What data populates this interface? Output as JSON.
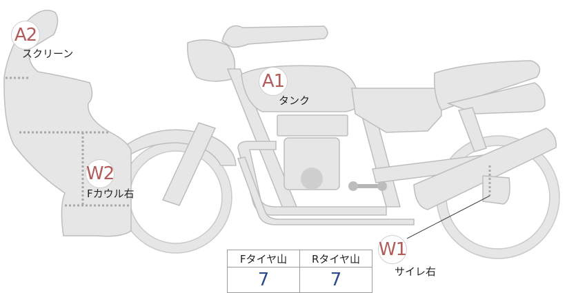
{
  "colors": {
    "part_fill": "#e6e6e6",
    "part_stroke": "#bdbdbd",
    "marker_text": "#b25b5b",
    "value_text": "#2d4a8a"
  },
  "markers": {
    "screen": {
      "code": "A2",
      "name": "スクリーン"
    },
    "tank": {
      "code": "A1",
      "name": "タンク"
    },
    "fcowl": {
      "code": "W2",
      "name": "Fカウル右"
    },
    "silencer": {
      "code": "W1",
      "name": "サイレ右"
    }
  },
  "tread_table": {
    "headers": [
      "Fタイヤ山",
      "Rタイヤ山"
    ],
    "values": [
      "7",
      "7"
    ]
  }
}
